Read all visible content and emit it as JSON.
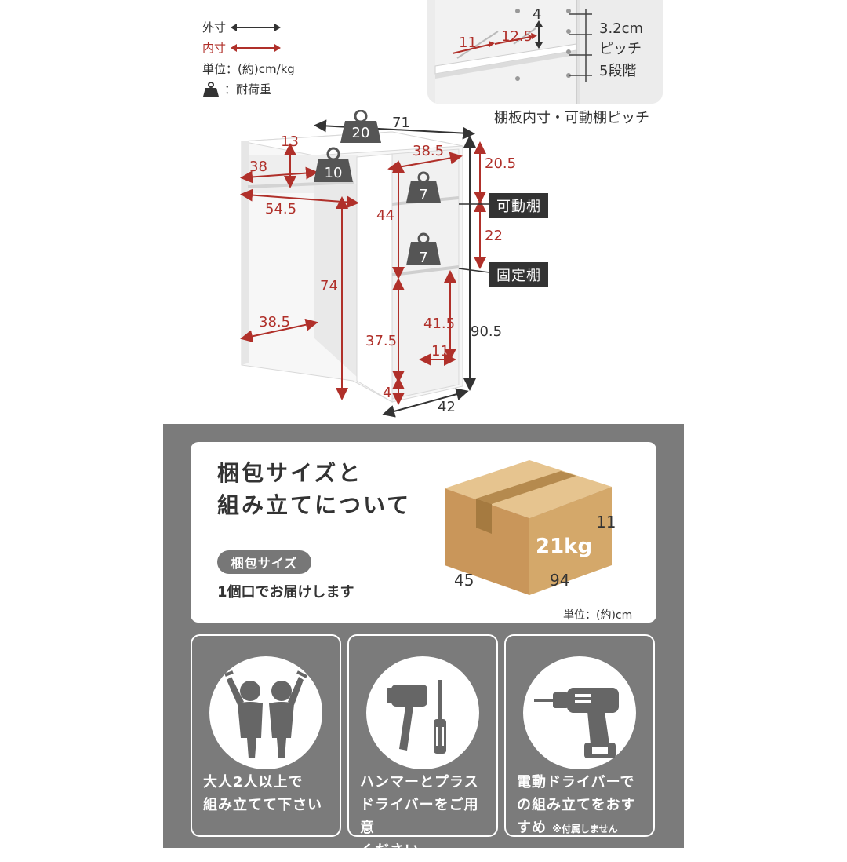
{
  "legend": {
    "outer_label": "外寸",
    "inner_label": "内寸",
    "unit_label": "単位：(約)cm/kg",
    "load_label": "：耐荷重"
  },
  "pitch": {
    "dims": {
      "depth": "11",
      "width": "12.5",
      "thickness": "4"
    },
    "pitch_value": "3.2cm",
    "pitch_word": "ピッチ",
    "steps": "5段階",
    "caption": "棚板内寸・可動棚ピッチ"
  },
  "cabinet": {
    "outer_width": "71",
    "outer_height": "90.5",
    "outer_depth": "42",
    "top_weight": "20",
    "left_top_opening": "13",
    "left_shelf_depth": "38",
    "left_shelf_weight": "10",
    "left_width": "54.5",
    "left_height": "74",
    "left_bottom_depth": "38.5",
    "right_width": "38.5",
    "right_total": "44",
    "right_upper": "20.5",
    "right_middle": "22",
    "right_shelf_weight_1": "7",
    "right_shelf_weight_2": "7",
    "right_lower_outer": "41.5",
    "right_lower_inner": "37.5",
    "right_base": "4",
    "right_plinth_depth": "11",
    "movable_shelf_tag": "可動棚",
    "fixed_shelf_tag": "固定棚"
  },
  "package": {
    "title_line1": "梱包サイズと",
    "title_line2": "組み立てについて",
    "badge": "梱包サイズ",
    "note": "1個口でお届けします",
    "box_height": "11",
    "box_weight": "21kg",
    "box_depth": "45",
    "box_width": "94",
    "unit": "単位：(約)cm"
  },
  "assembly": [
    {
      "icon": "two-people-icon",
      "lines": [
        "大人2人以上で",
        "組み立てて下さい"
      ],
      "note": ""
    },
    {
      "icon": "hammer-screwdriver-icon",
      "lines": [
        "ハンマーとプラス",
        "ドライバーをご用意",
        "ください"
      ],
      "note": ""
    },
    {
      "icon": "power-drill-icon",
      "lines": [
        "電動ドライバーで",
        "の組み立てをおす",
        "すめ"
      ],
      "note": "※付属しません"
    }
  ],
  "colors": {
    "inner_dim": "#b0302a",
    "outer_dim": "#333333",
    "panel": "#7b7b7b",
    "cardboard": "#d4a86a",
    "tape": "#b58a4e"
  }
}
